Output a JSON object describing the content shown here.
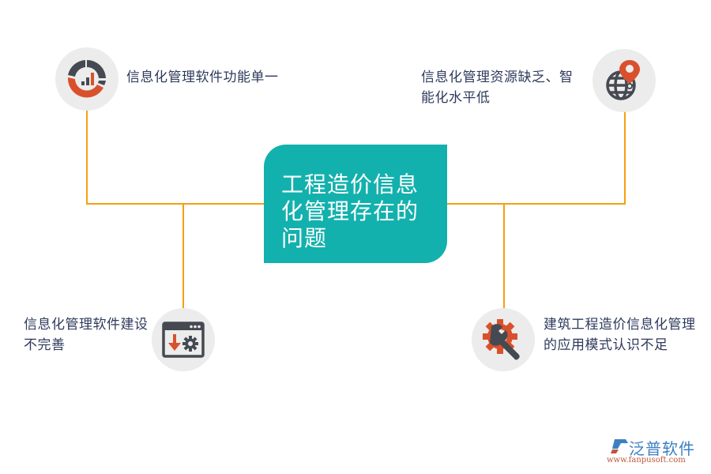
{
  "center": {
    "title": "工程造价信息化管理存在的问题"
  },
  "nodes": [
    {
      "id": "top-left",
      "label": "信息化管理软件功能单一",
      "icon": "donut-chart-icon"
    },
    {
      "id": "top-right",
      "label": "信息化管理资源缺乏、智能化水平低",
      "icon": "globe-location-pin-icon"
    },
    {
      "id": "bottom-left",
      "label": "信息化管理软件建设不完善",
      "icon": "browser-download-settings-icon"
    },
    {
      "id": "bottom-right",
      "label": "建筑工程造价信息化管理的应用模式认识不足",
      "icon": "gear-wrench-icon"
    }
  ],
  "colors": {
    "connector": "#f5a00f",
    "center_bg": "#13b1ad",
    "icon_bg": "#ececec",
    "icon_dark": "#454a52",
    "icon_accent": "#d9512c",
    "text": "#2e3a5c"
  },
  "watermark": {
    "brand": "泛普软件",
    "url": "www.fanpusoft.com"
  }
}
